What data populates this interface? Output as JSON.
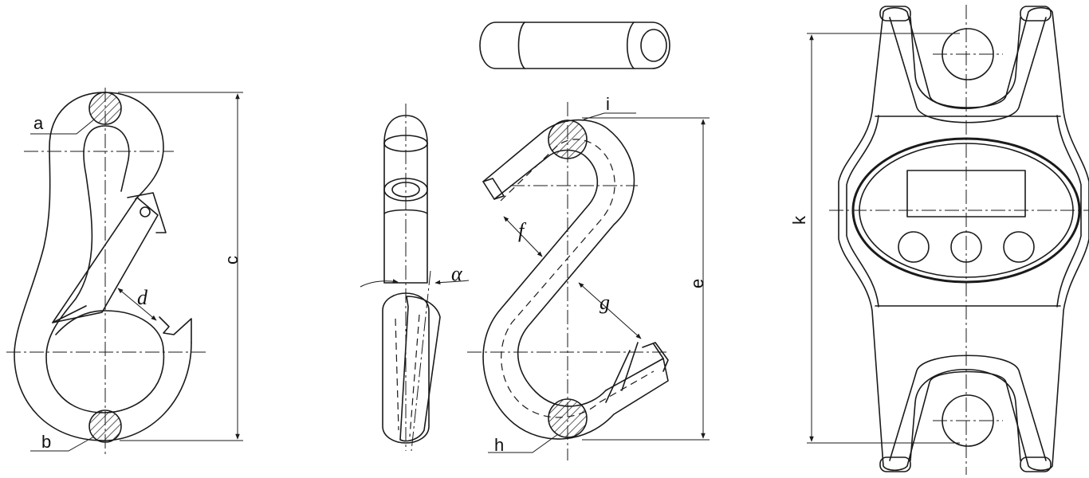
{
  "labels": {
    "a": "a",
    "b": "b",
    "c": "c",
    "d": "d",
    "e": "e",
    "f": "f",
    "g": "g",
    "h": "h",
    "i": "i",
    "k": "k",
    "alpha": "α"
  },
  "colors": {
    "line": "#1a1a1a",
    "background": "#ffffff"
  }
}
